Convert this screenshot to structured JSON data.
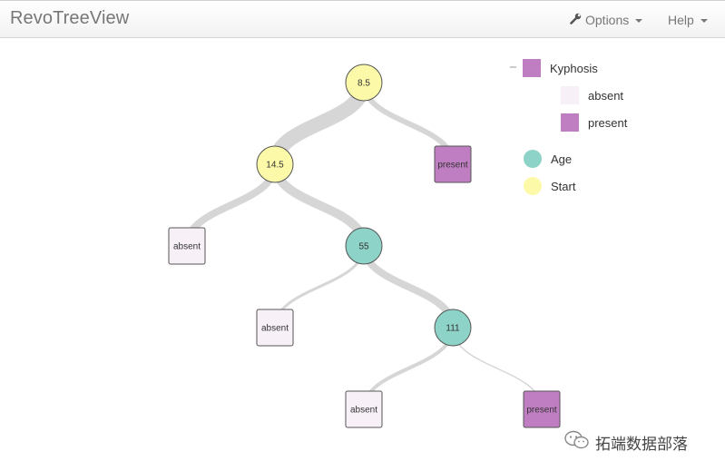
{
  "app": {
    "title": "RevoTreeView"
  },
  "menu": {
    "options_label": "Options",
    "help_label": "Help"
  },
  "colors": {
    "start": "#fcfaa8",
    "age": "#8dd3c7",
    "absent": "#f7f0f7",
    "present": "#c07ec2",
    "link": "#d6d6d6"
  },
  "tree": {
    "nodes": [
      {
        "id": "root",
        "label": "8.5",
        "variable": "Start",
        "shape": "circle"
      },
      {
        "id": "n1",
        "label": "14.5",
        "variable": "Start",
        "shape": "circle"
      },
      {
        "id": "n2",
        "label": "present",
        "class": "present",
        "shape": "square"
      },
      {
        "id": "n3",
        "label": "absent",
        "class": "absent",
        "shape": "square"
      },
      {
        "id": "n4",
        "label": "55",
        "variable": "Age",
        "shape": "circle"
      },
      {
        "id": "n5",
        "label": "absent",
        "class": "absent",
        "shape": "square"
      },
      {
        "id": "n6",
        "label": "111",
        "variable": "Age",
        "shape": "circle"
      },
      {
        "id": "n7",
        "label": "absent",
        "class": "absent",
        "shape": "square"
      },
      {
        "id": "n8",
        "label": "present",
        "class": "present",
        "shape": "square"
      }
    ]
  },
  "legend": {
    "response": "Kyphosis",
    "classes": [
      "absent",
      "present"
    ],
    "variables": [
      "Age",
      "Start"
    ]
  },
  "watermark": {
    "text": "拓端数据部落"
  }
}
